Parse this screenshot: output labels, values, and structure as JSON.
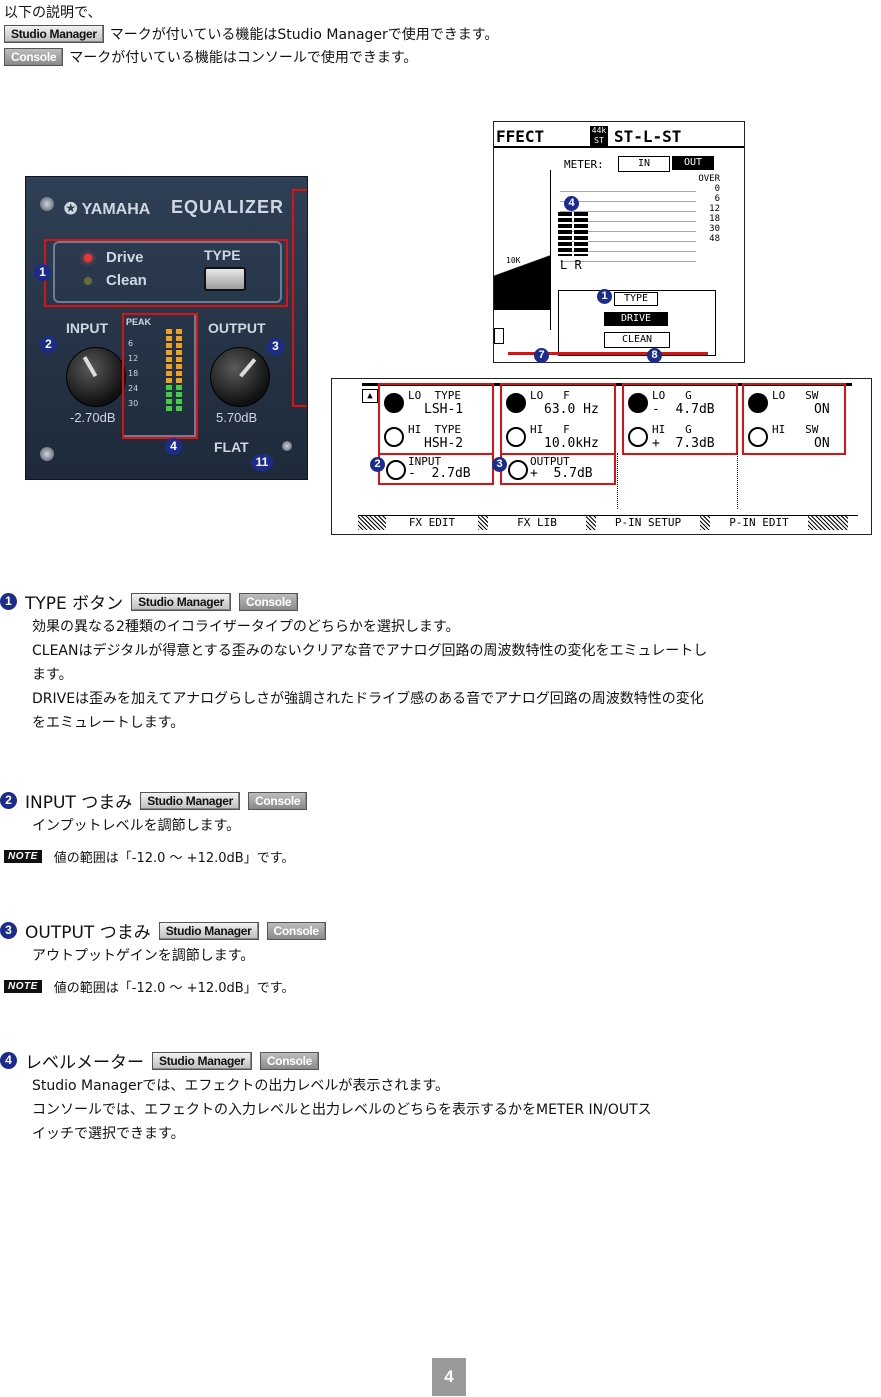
{
  "header": {
    "intro": "以下の説明で、",
    "tag_studio_manager": "Studio Manager",
    "tag_console": "Console",
    "line1": "マークが付いている機能はStudio Managerで使用できます。",
    "line2": "マークが付いている機能はコンソールで使用できます。"
  },
  "eq_panel": {
    "brand": "YAMAHA",
    "title": "EQUALIZER",
    "drive_label": "Drive",
    "clean_label": "Clean",
    "type_label": "TYPE",
    "input_label": "INPUT",
    "output_label": "OUTPUT",
    "peak_label": "PEAK",
    "meter_scale": [
      "6",
      "12",
      "18",
      "24",
      "30"
    ],
    "input_value": "-2.70dB",
    "output_value": "5.70dB",
    "flat_label": "FLAT",
    "callouts": [
      "1",
      "2",
      "3",
      "4",
      "11"
    ]
  },
  "lcd_top": {
    "title": "FFECT",
    "badge_top": "44k",
    "badge_bottom": "ST",
    "preset": "ST-L-ST",
    "meter_label": "METER:",
    "meter_in": "IN",
    "meter_out": "OUT",
    "scale": [
      "OVER",
      "0",
      "6",
      "12",
      "18",
      "30",
      "48"
    ],
    "freq_label": "10K",
    "lr_label": "L R",
    "type_label": "TYPE",
    "drive_btn": "DRIVE",
    "clean_btn": "CLEAN",
    "callouts": [
      "4",
      "1",
      "7",
      "8"
    ]
  },
  "lcd_main": {
    "lo_type_label": "LO  TYPE",
    "lo_type_value": "LSH-1",
    "hi_type_label": "HI  TYPE",
    "hi_type_value": "HSH-2",
    "lo_f_label": "LO   F",
    "lo_f_value": "63.0 Hz",
    "hi_f_label": "HI   F",
    "hi_f_value": "10.0kHz",
    "lo_g_label": "LO   G",
    "lo_g_value": "-  4.7dB",
    "hi_g_label": "HI   G",
    "hi_g_value": "+  7.3dB",
    "lo_sw_label": "LO   SW",
    "lo_sw_value": "ON",
    "hi_sw_label": "HI   SW",
    "hi_sw_value": "ON",
    "input_label": "INPUT",
    "input_value": "-  2.7dB",
    "output_label": "OUTPUT",
    "output_value": "+  5.7dB",
    "tabs": [
      "FX EDIT",
      "FX LIB",
      "P-IN SETUP",
      "P-IN EDIT"
    ],
    "callouts": [
      "2",
      "3"
    ]
  },
  "sections": [
    {
      "num": "1",
      "title": "TYPE ボタン",
      "lines": [
        "効果の異なる2種類のイコライザータイプのどちらかを選択します。",
        "CLEANはデジタルが得意とする歪みのないクリアな音でアナログ回路の周波数特性の変化をエミュレートし",
        "ます。",
        "DRIVEは歪みを加えてアナログらしさが強調されたドライブ感のある音でアナログ回路の周波数特性の変化",
        "をエミュレートします。"
      ]
    },
    {
      "num": "2",
      "title": "INPUT つまみ",
      "lines": [
        "インプットレベルを調節します。"
      ],
      "note_badge": "NOTE",
      "note": "値の範囲は「-12.0 ～ +12.0dB」です。"
    },
    {
      "num": "3",
      "title": "OUTPUT つまみ",
      "lines": [
        "アウトプットゲインを調節します。"
      ],
      "note_badge": "NOTE",
      "note": "値の範囲は「-12.0 ～ +12.0dB」です。"
    },
    {
      "num": "4",
      "title": "レベルメーター",
      "lines": [
        "Studio Managerでは、エフェクトの出力レベルが表示されます。",
        "コンソールでは、エフェクトの入力レベルと出力レベルのどちらを表示するかをMETER IN/OUTス",
        "イッチで選択できます。"
      ]
    }
  ],
  "page_number": "4",
  "colors": {
    "callout": "#1c2c8c",
    "highlight": "#d11111",
    "panel": "#2f3f55"
  }
}
